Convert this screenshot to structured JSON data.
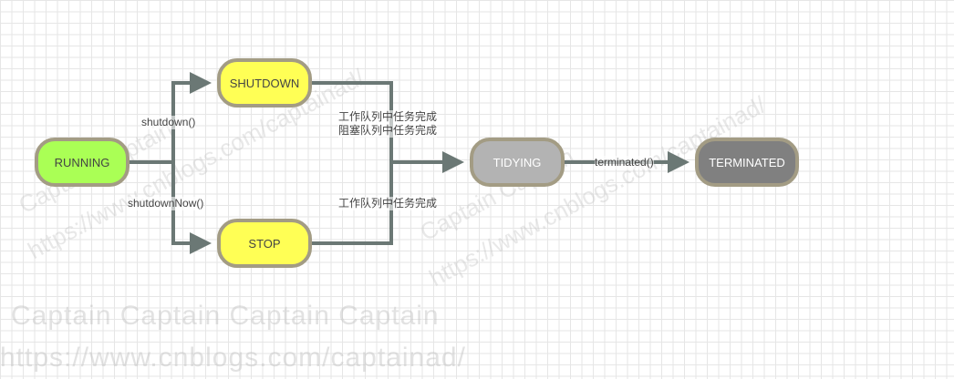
{
  "nodes": {
    "running": "RUNNING",
    "shutdown": "SHUTDOWN",
    "stop": "STOP",
    "tidying": "TIDYING",
    "terminated": "TERMINATED"
  },
  "edges": {
    "shutdown": "shutdown()",
    "shutdown_now": "shutdownNow()",
    "queue_done_1": "工作队列中任务完成",
    "queue_done_2": "阻塞队列中任务完成",
    "queue_done_3": "工作队列中任务完成",
    "terminated": "terminated()"
  },
  "watermark": {
    "captain": "Captain  Captain  Captain  Captain",
    "url": "https://www.cnblogs.com/captainad/",
    "captain_short": "Captain  Captain"
  },
  "colors": {
    "running": "#aaff55",
    "yellow": "#ffff55",
    "tidying": "#b3b3b3",
    "terminated": "#808080",
    "line": "#6b7875",
    "border": "#a39c84"
  }
}
